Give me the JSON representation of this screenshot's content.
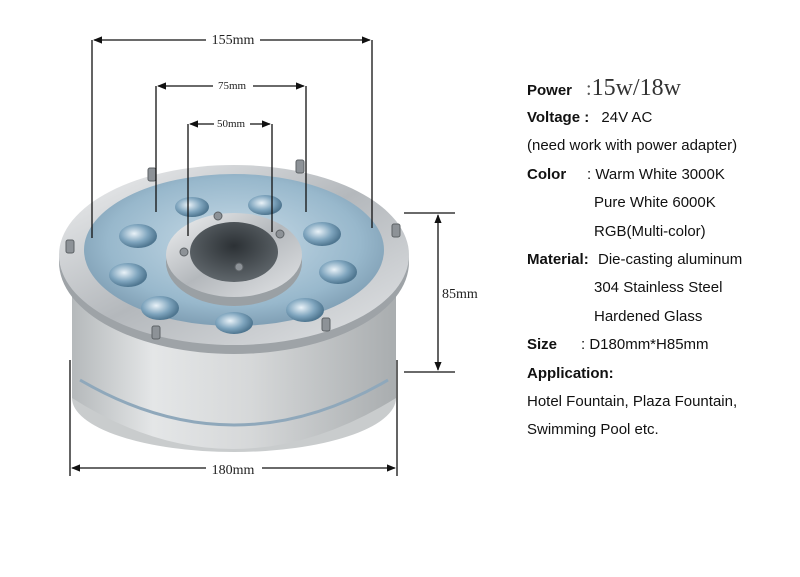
{
  "dimensions": {
    "outer_top_width": "155mm",
    "inner_width": "75mm",
    "hole_width": "50mm",
    "height": "85mm",
    "base_width": "180mm"
  },
  "specs": {
    "power_label": "Power",
    "power_sep": ":",
    "power_value": "15w/18w",
    "voltage_label": "Voltage :",
    "voltage_value": "24V AC",
    "voltage_note": "(need work with power adapter)",
    "color_label": "Color",
    "color_values": [
      ": Warm White 3000K",
      "Pure White  6000K",
      "RGB(Multi-color)"
    ],
    "material_label": "Material:",
    "material_values": [
      "Die-casting aluminum",
      "304 Stainless Steel",
      "Hardened Glass"
    ],
    "size_label": "Size",
    "size_value": ": D180mm*H85mm",
    "application_label": "Application:",
    "application_values": [
      "Hotel Fountain, Plaza Fountain,",
      "Swimming Pool etc."
    ]
  },
  "colors": {
    "lens_blue": "#7ea6c2",
    "steel": "#c8ccd0",
    "housing": "#d8dadb"
  }
}
